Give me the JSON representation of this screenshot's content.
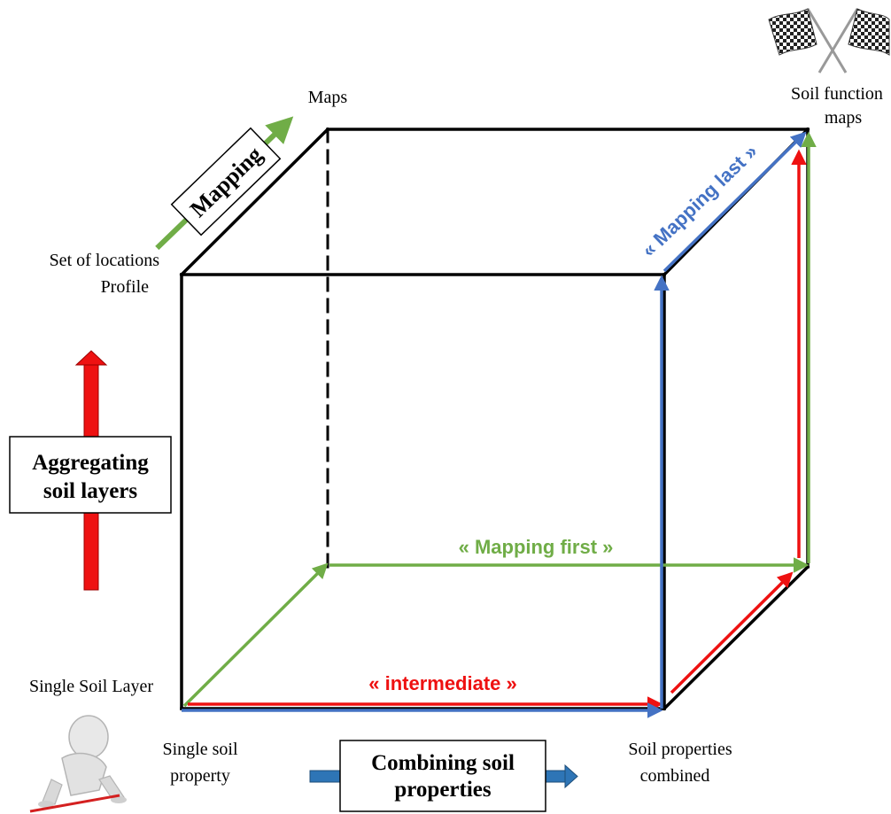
{
  "labels": {
    "maps": "Maps",
    "soil_function_maps_line1": "Soil function",
    "soil_function_maps_line2": "maps",
    "set_of_locations": "Set of locations",
    "profile": "Profile",
    "single_soil_layer": "Single  Soil Layer",
    "single_soil_property_line1": "Single soil",
    "single_soil_property_line2": "property",
    "soil_properties_combined_line1": "Soil properties",
    "soil_properties_combined_line2": "combined"
  },
  "boxes": {
    "mapping": "Mapping",
    "aggregating_line1": "Aggregating",
    "aggregating_line2": "soil layers",
    "combining_line1": "Combining soil",
    "combining_line2": "properties"
  },
  "paths": {
    "mapping_first": "« Mapping first »",
    "mapping_last": "« Mapping last »",
    "intermediate": "« intermediate »"
  },
  "colors": {
    "red": "#ee1111",
    "green": "#70ad47",
    "blue": "#4472c4",
    "arrow_blue": "#2e75b6",
    "edge": "#000000"
  }
}
